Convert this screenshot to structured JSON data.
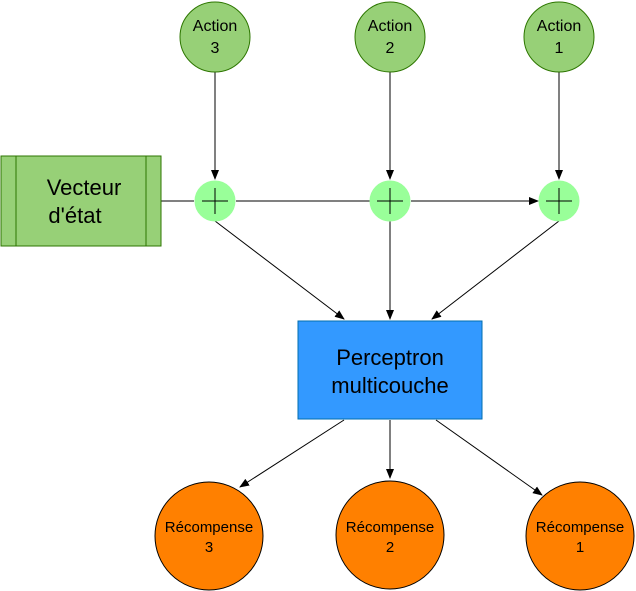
{
  "actions": [
    {
      "name": "Action",
      "num": "3"
    },
    {
      "name": "Action",
      "num": "2"
    },
    {
      "name": "Action",
      "num": "1"
    }
  ],
  "state_vector": {
    "line1": "Vecteur",
    "line2": "d'état"
  },
  "mlp": {
    "line1": "Perceptron",
    "line2": "multicouche"
  },
  "rewards": [
    {
      "name": "Récompense",
      "num": "3"
    },
    {
      "name": "Récompense",
      "num": "2"
    },
    {
      "name": "Récompense",
      "num": "1"
    }
  ],
  "colors": {
    "action_fill": "#97d077",
    "action_stroke": "#2d7600",
    "state_fill": "#97d077",
    "adder_fill": "#99ff99",
    "mlp_fill": "#3399ff",
    "reward_fill": "#ff8000"
  }
}
